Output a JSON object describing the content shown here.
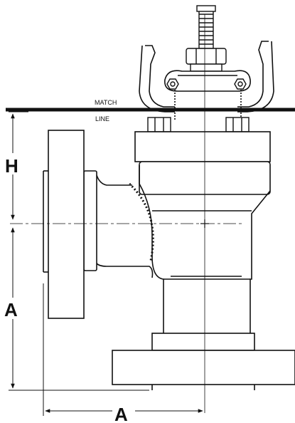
{
  "labels": {
    "match": "MATCH",
    "line": "LINE",
    "dim_h": "H",
    "dim_a_vertical": "A",
    "dim_a_horizontal": "A"
  },
  "colors": {
    "ink": "#111111",
    "paper": "#ffffff"
  }
}
